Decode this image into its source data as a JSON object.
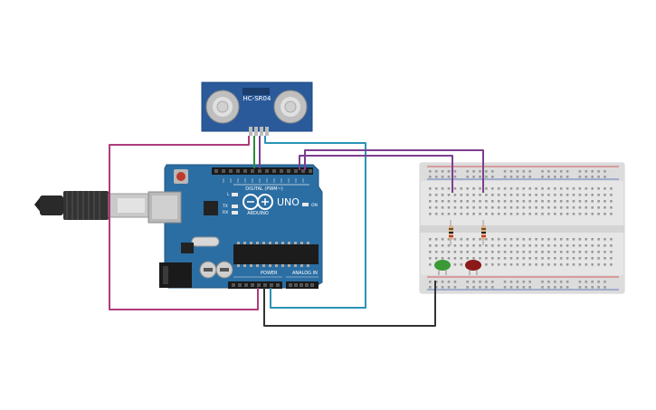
{
  "sensor": {
    "model": "HC-SR04"
  },
  "arduino": {
    "model": "UNO",
    "brand": "ARDUINO",
    "digital_label": "DIGITAL (PWM~)",
    "power_label": "POWER",
    "analog_label": "ANALOG IN",
    "on_label": "ON",
    "l_label": "L",
    "tx_label": "TX",
    "rx_label": "RX"
  },
  "colors": {
    "board": "#2b6ea3",
    "wire_purple": "#7b3f8f",
    "wire_teal": "#2a93b7",
    "wire_magenta": "#b03b7a",
    "wire_black": "#333333",
    "wire_green": "#2e8b3a",
    "led_green": "#3a9a36",
    "led_red": "#8b1a1a",
    "rail_red": "#cc3333",
    "rail_blue": "#3a5fb0"
  },
  "breadboard": {
    "columns": 30
  },
  "components": [
    "ultrasonic-sensor",
    "arduino-uno",
    "breadboard",
    "usb-cable",
    "resistor",
    "resistor",
    "green-led",
    "red-led"
  ]
}
